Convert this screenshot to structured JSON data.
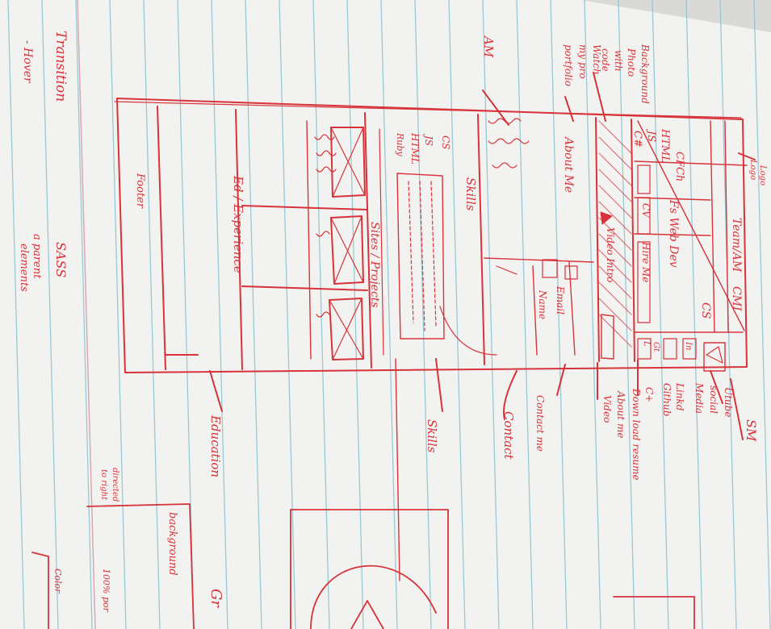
{
  "colors": {
    "paper": "#f2f3f0",
    "rule_lines": "#8fc4d3",
    "margin_line": "#d9a3b0",
    "ink": "#d8323a",
    "background": "#3b3a37"
  },
  "sketch": {
    "header": {
      "nav_labels": [
        "Team/AM",
        "CMI",
        "CS"
      ],
      "logo": "Logo",
      "stack": [
        "CFCh",
        "HTML",
        "JS",
        "C#"
      ],
      "role": "Fs Web Dev",
      "buttons": [
        "CV",
        "Hire Me"
      ],
      "social": [
        "L",
        "Gt",
        "In"
      ]
    },
    "about": {
      "title": "About Me",
      "video": "Video Intro",
      "contact_fields": [
        "Email",
        "Name"
      ]
    },
    "skills": {
      "title": "Skills",
      "items": [
        "CS",
        "JS",
        "HTML",
        "Ruby"
      ]
    },
    "projects": {
      "title": "Sites / Projects"
    },
    "education": {
      "title": "Ed / Experience"
    },
    "footer": {
      "label": "Footer"
    }
  },
  "annotations": {
    "top_left": [
      "Background",
      "Photo",
      "with",
      "code"
    ],
    "watch": [
      "Watch",
      "my pro",
      "portfolio"
    ],
    "am": "AM",
    "logo": "Logo",
    "sm": "SM",
    "social_list": [
      "Utube",
      "social",
      "Media",
      "Linkd",
      "Github"
    ],
    "download": [
      "C+",
      "Down load resume"
    ],
    "about_video": [
      "About me",
      "Video"
    ],
    "contact_me": "Contact me",
    "contact": "Contact",
    "skills": "Skills",
    "education": "Education",
    "transition": "Transition",
    "hover": "- Hover",
    "sass": "SASS",
    "parent_elements": [
      "a parent",
      "elements"
    ],
    "background_box": "background",
    "directed": [
      "directed",
      "to right"
    ],
    "color": "Color",
    "percent": "100% por",
    "gr": "Gr"
  }
}
